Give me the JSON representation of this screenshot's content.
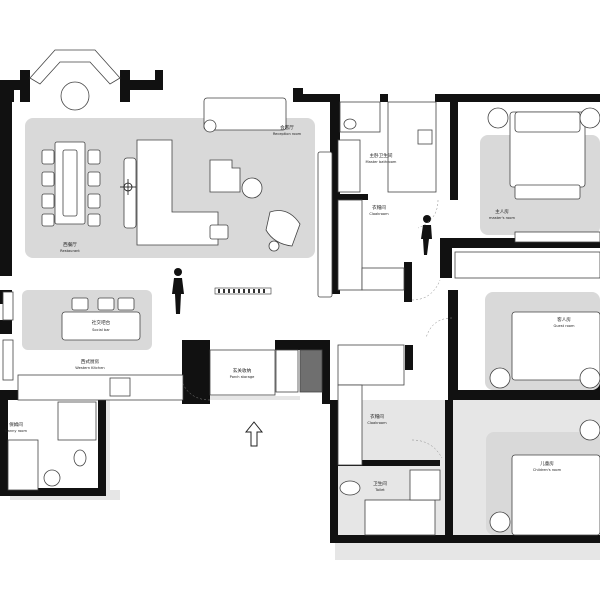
{
  "rooms": {
    "restaurant": {
      "cn": "西餐厅",
      "en": "Restaurant"
    },
    "reception": {
      "cn": "会客厅",
      "en": "Reception room"
    },
    "master_bath": {
      "cn": "主卧卫生间",
      "en": "Master bathroom"
    },
    "master": {
      "cn": "主人房",
      "en": "master's room"
    },
    "cloakroom1": {
      "cn": "衣帽间",
      "en": "Cloakroom"
    },
    "social_bar": {
      "cn": "社交吧台",
      "en": "Social bar"
    },
    "western_kitchen": {
      "cn": "西式厨房",
      "en": "Western Kitchen"
    },
    "guest": {
      "cn": "客人房",
      "en": "Guest room"
    },
    "porch": {
      "cn": "玄关收纳",
      "en": "Porch storage"
    },
    "nanny": {
      "cn": "保姆间",
      "en": "Nanny room"
    },
    "cloakroom2": {
      "cn": "衣帽间",
      "en": "Cloakroom"
    },
    "toilet": {
      "cn": "卫生间",
      "en": "Toilet"
    },
    "children": {
      "cn": "儿童房",
      "en": "Children's room"
    }
  },
  "colors": {
    "wall": "#111111",
    "rug": "#d9d9d9",
    "shadow": "#e6e6e6",
    "furniture": "#ffffff",
    "stroke": "#444444"
  },
  "icons": [
    "entrance-arrow-icon",
    "person-figure-icon",
    "compass-cross-icon"
  ]
}
